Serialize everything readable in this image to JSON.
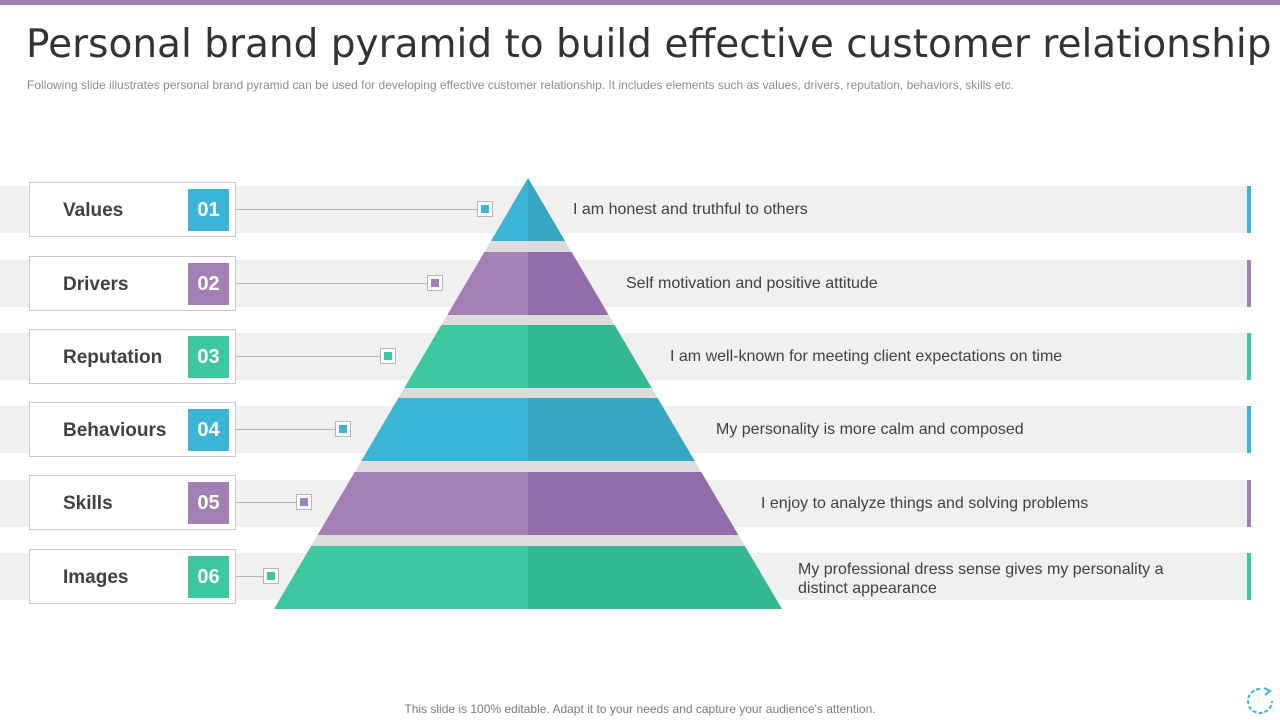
{
  "slide": {
    "title": "Personal brand pyramid to build effective customer relationship",
    "subtitle": "Following slide illustrates personal brand pyramid can be used for developing  effective  customer relationship.  It includes elements such as values,  drivers,  reputation,  behaviors,  skills etc.",
    "footer": "This slide is 100% editable. Adapt it to your needs and capture your audience's attention."
  },
  "colors": {
    "accent_bar": "#A47FB6",
    "blue": "#3BB5D3",
    "purple": "#A47FB6",
    "green": "#3CC7A0"
  },
  "levels": [
    {
      "label": "Values",
      "number": "01",
      "description": "I am honest and truthful  to others",
      "color": "blue"
    },
    {
      "label": "Drivers",
      "number": "02",
      "description": "Self motivation and positive attitude",
      "color": "purple"
    },
    {
      "label": "Reputation",
      "number": "03",
      "description": "I am well-known  for meeting client expectations on time",
      "color": "green"
    },
    {
      "label": "Behaviours",
      "number": "04",
      "description": "My personality is more calm and composed",
      "color": "blue"
    },
    {
      "label": "Skills",
      "number": "05",
      "description": "I enjoy to analyze  things and solving problems",
      "color": "purple"
    },
    {
      "label": "Images",
      "number": "06",
      "description": "My professional dress sense gives my personality a distinct appearance",
      "color": "green"
    }
  ]
}
